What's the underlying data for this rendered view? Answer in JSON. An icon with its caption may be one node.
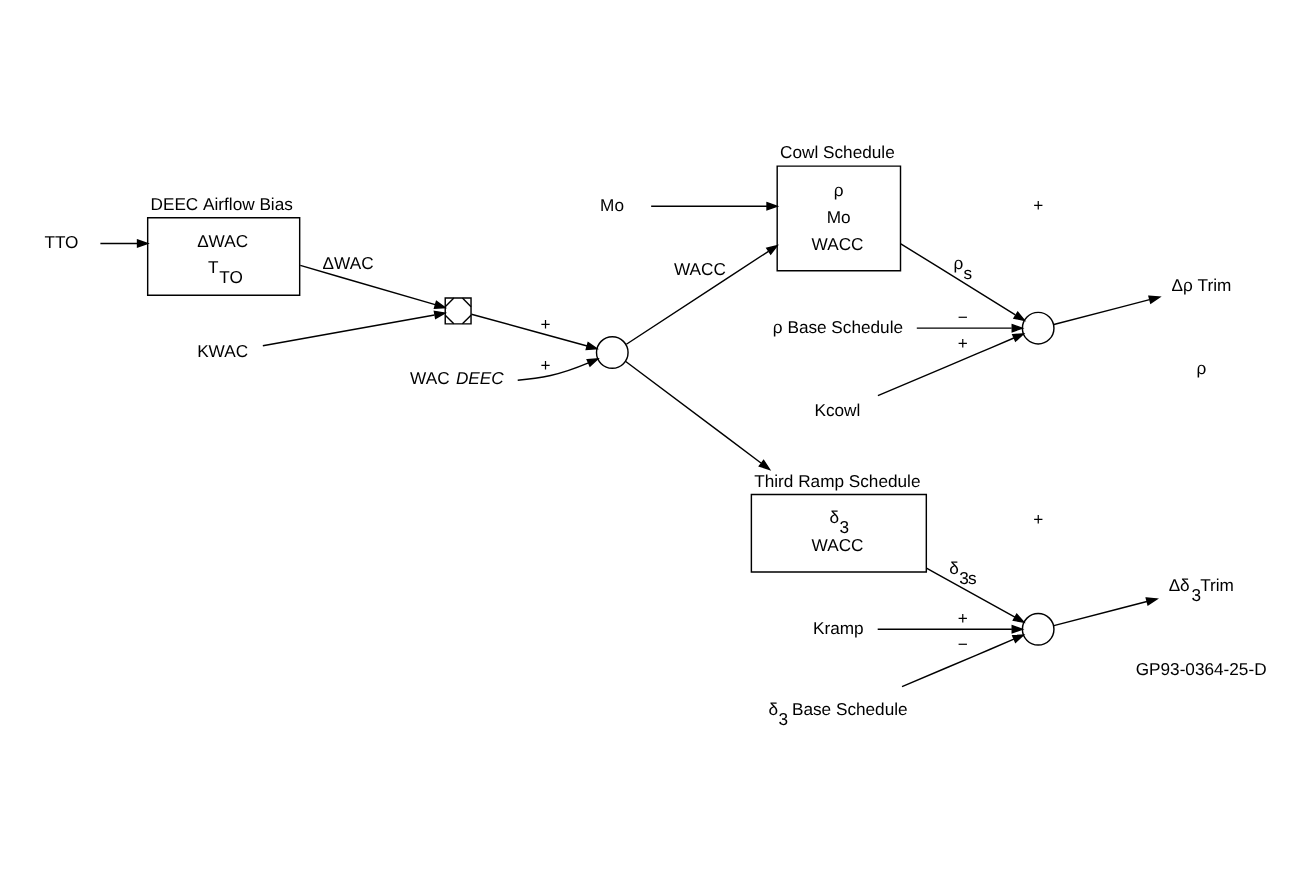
{
  "diagram": {
    "nodes": [
      {
        "text": [
          "TTO"
        ]
      },
      {
        "text": [
          "DEEC Airflow Bias",
          "ΔWAC",
          "T$_{TO}$"
        ]
      },
      {
        "text": [
          "KWAC"
        ]
      },
      {
        "text": [],
        "shape": "box"
      },
      {
        "text": [
          "WAC *DEEC*"
        ]
      },
      {
        "text": [],
        "shape": "circle"
      },
      {
        "text": [
          "Mo"
        ]
      },
      {
        "text": [
          "Cowl Schedule",
          "ρ",
          "Mo",
          "WACC"
        ]
      },
      {
        "text": [
          "ρ Base Schedule"
        ]
      },
      {
        "text": [],
        "shape": "circle"
      },
      {
        "text": [
          "Kcowl"
        ]
      },
      {
        "text": [
          "Δρ Trim"
        ]
      },
      {
        "text": [
          "Third Ramp Schedule",
          "δ$_{3}$",
          "WACC"
        ]
      },
      {
        "text": [
          "δ$_{3}$ Base Schedule"
        ]
      },
      {
        "text": [],
        "shape": "circle"
      },
      {
        "text": [
          "Kramp"
        ]
      },
      {
        "text": [
          "Δδ$_{3}$Trim"
        ]
      }
    ],
    "edges": [
      {
        "from": 0,
        "to": 1,
        "arrow": "to"
      },
      {
        "from": 1,
        "to": 3,
        "arrow": "to",
        "label": "ΔWAC"
      },
      {
        "from": 2,
        "to": 3,
        "arrow": "to"
      },
      {
        "from": 3,
        "to": 5,
        "arrow": "to",
        "label": "+"
      },
      {
        "from": 4,
        "to": 5,
        "arrow": "to",
        "label": "+"
      },
      {
        "from": 6,
        "to": 7,
        "arrow": "to"
      },
      {
        "from": 5,
        "to": 7,
        "arrow": "to",
        "label": "WACC"
      },
      {
        "from": 5,
        "to": 12,
        "arrow": "to"
      },
      {
        "from": 7,
        "to": 9,
        "arrow": "to",
        "label": "ρ$_{s}$"
      },
      {
        "from": 8,
        "to": 9,
        "arrow": "to",
        "label": "−"
      },
      {
        "from": 10,
        "to": 9,
        "arrow": "to",
        "label": "+"
      },
      {
        "from": 9,
        "to": 11,
        "arrow": "to"
      },
      {
        "from": 12,
        "to": 14,
        "arrow": "to",
        "label": "δ$_{3}$$_{s}$"
      },
      {
        "from": 13,
        "to": 14,
        "arrow": "to",
        "label": "−"
      },
      {
        "from": 15,
        "to": 14,
        "arrow": "to",
        "label": "+"
      },
      {
        "from": 14,
        "to": 16,
        "arrow": "to"
      }
    ],
    "labels": [
      "+",
      "ρ",
      "+",
      "GP93-0364-25-D"
    ]
  }
}
